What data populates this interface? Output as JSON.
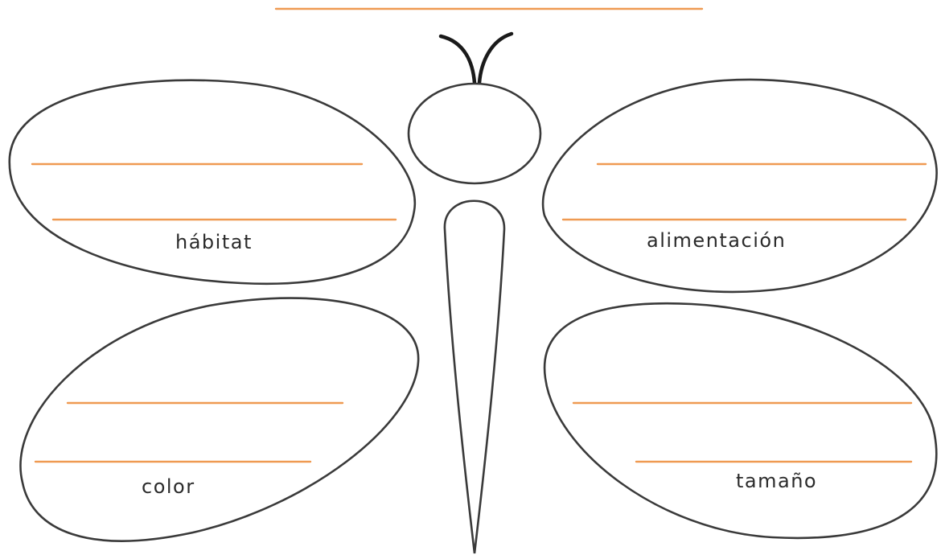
{
  "wings": {
    "top_left": {
      "label": "hábitat"
    },
    "top_right": {
      "label": "alimentación"
    },
    "bottom_left": {
      "label": "color"
    },
    "bottom_right": {
      "label": "tamaño"
    }
  },
  "colors": {
    "line_accent": "#ef9a52",
    "outline": "#3a3a3a"
  }
}
